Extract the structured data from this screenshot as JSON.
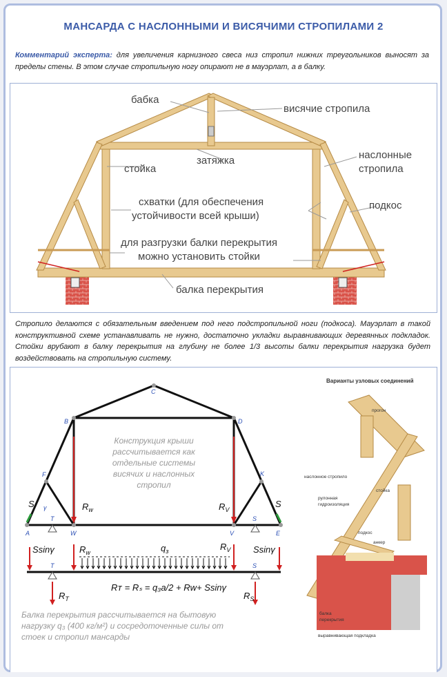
{
  "title": "МАНСАРДА С НАСЛОННЫМИ И ВИСЯЧИМИ СТРОПИЛАМИ 2",
  "comment": {
    "prefix": "Комментарий эксперта:",
    "text": " для увеличения карнизного свеса низ стропил нижних треугольников выносят за пределы стены. В этом случае стропильную ногу опирают не в мауэрлат, а в балку."
  },
  "truss_labels": {
    "babka": "бабка",
    "visyachie": "висячие стропила",
    "stoyka": "стойка",
    "zatyazhka": "затяжка",
    "naslonnye_1": "наслонные",
    "naslonnye_2": "стропила",
    "skhvatki_1": "схватки (для обеспечения",
    "skhvatki_2": "устойчивости всей крыши)",
    "podkos": "подкос",
    "razgruzka_1": "для разгрузки балки перекрытия",
    "razgruzka_2": "можно установить стойки",
    "balka": "балка перекрытия"
  },
  "note": "Стропило делаются с обязательным введением под него подстропильной ноги (подкоса). Мауэрлат в такой конструктивной схеме устанавливать не нужно, достаточно укладки выравнивающих деревянных подкладок. Стойки врубают в балку перекрытия на глубину не более 1/3 высоты балки перекрытия нагрузка будет воздействовать на стропильную систему.",
  "scheme": {
    "points": {
      "A": "A",
      "B": "B",
      "C": "C",
      "D": "D",
      "E": "E",
      "F": "F",
      "K": "K",
      "W1": "W",
      "V1": "V",
      "T1": "T",
      "S1": "S",
      "T2": "T",
      "S2": "S"
    },
    "force_S_left": "S",
    "gamma": "γ",
    "force_S_right": "S",
    "Rw": "R",
    "Rw_sub": "w",
    "Rv": "R",
    "Rv_sub": "V",
    "ssin_left": "Ssinγ",
    "ssin_right": "Ssinγ",
    "q": "q",
    "q_sub": "з",
    "Rw2": "R",
    "Rw2_sub": "w",
    "Rv2": "R",
    "Rv2_sub": "V",
    "RT": "R",
    "RT_sub": "T",
    "RS": "R",
    "RS_sub": "S",
    "formula": "Rᴛ = Rₛ = q₃a/2 + Rᴡ+ Ssinγ",
    "gray_text": [
      "Конструкция крыши",
      "рассчитывается как",
      "отдельные системы",
      "висячих и наслонных",
      "стропил"
    ],
    "bottom_text": [
      "Балка  перекрытия  рассчитывается  на  бытовую",
      "нагрузку  q₃  (400 кг/м²)  и  сосредоточенные  силы  от",
      "стоек и стропил мансарды"
    ]
  },
  "variants": {
    "title": "Варианты узловых соединений",
    "labels": [
      "прогон",
      "наслонное стропило",
      "стойка",
      "рулонная",
      "гидроизоляция",
      "подкос",
      "анкер",
      "балка",
      "перекрытия",
      "выравнивающая подкладка"
    ]
  },
  "colors": {
    "title": "#3b5ba8",
    "border": "#aebde0",
    "wood": "#e8c98f",
    "wood_edge": "#b58a45",
    "brick": "#d9534a",
    "force_red": "#d02020",
    "force_green": "#2a9a3a"
  }
}
